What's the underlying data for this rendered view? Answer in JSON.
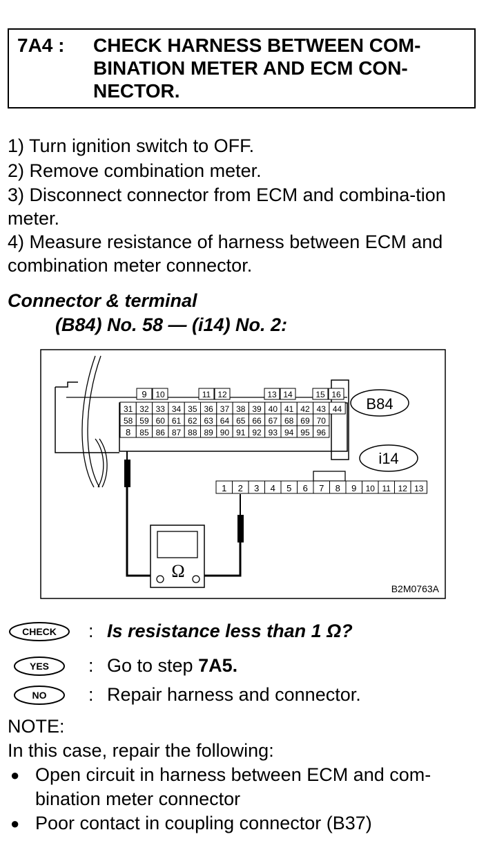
{
  "header": {
    "code": "7A4 :",
    "title": "CHECK HARNESS BETWEEN COM-\nBINATION METER AND ECM CON-\nNECTOR."
  },
  "steps": [
    "1)  Turn ignition switch to OFF.",
    "2)  Remove   combination   meter.",
    "3)  Disconnect connector from ECM and combina-tion meter.",
    "4)  Measure resistance of harness between ECM and combination meter connector."
  ],
  "connector": {
    "heading": "Connector & terminal",
    "spec": "(B84) No. 58 — (i14) No. 2:"
  },
  "diagram": {
    "b84_label": "B84",
    "i14_label": "i14",
    "figure_code": "B2M0763A",
    "ohm_symbol": "Ω",
    "b84_row1": [
      "9",
      "10",
      "11",
      "12",
      "13",
      "14",
      "15",
      "16"
    ],
    "b84_row2": [
      "31",
      "32",
      "33",
      "34",
      "35",
      "36",
      "37",
      "38",
      "39",
      "40",
      "41",
      "42",
      "43",
      "44"
    ],
    "b84_row3": [
      "58",
      "59",
      "60",
      "61",
      "62",
      "63",
      "64",
      "65",
      "66",
      "67",
      "68",
      "69",
      "70"
    ],
    "b84_row4": [
      "8",
      "85",
      "86",
      "87",
      "88",
      "89",
      "90",
      "91",
      "92",
      "93",
      "94",
      "95",
      "96"
    ],
    "i14_row": [
      "1",
      "2",
      "3",
      "4",
      "5",
      "6",
      "7",
      "8",
      "9",
      "10",
      "11",
      "12",
      "13"
    ]
  },
  "results": {
    "check_badge": "CHECK",
    "check_text": "Is resistance less than 1 Ω?",
    "yes_badge": "YES",
    "yes_prefix": "Go to step ",
    "yes_step": "7A5",
    "yes_suffix": ".",
    "no_badge": "NO",
    "no_text": "Repair harness and connector."
  },
  "note": {
    "heading": "NOTE:",
    "intro": "In this case, repair the following:",
    "items": [
      "Open circuit in harness between ECM and com-bination meter connector",
      "Poor contact in coupling connector (B37)"
    ]
  }
}
